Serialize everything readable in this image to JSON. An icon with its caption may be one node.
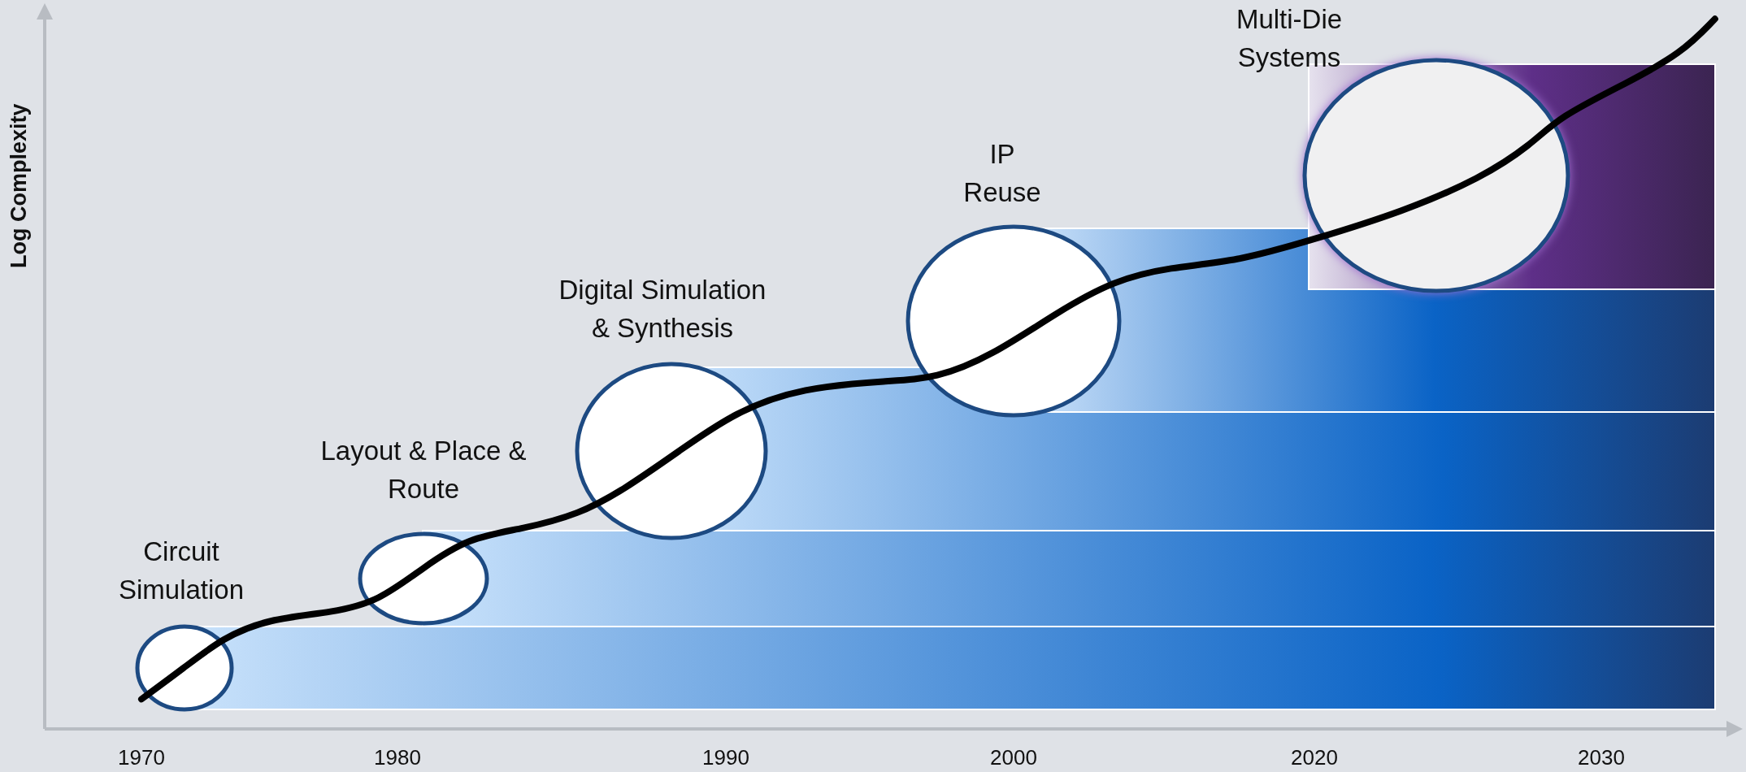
{
  "diagram": {
    "nodes": [
      {
        "text": [
          "Circuit Simulation"
        ]
      },
      {
        "text": [
          "Layout & Place & Route"
        ]
      },
      {
        "text": [
          "Digital Simulation & Synthesis"
        ]
      },
      {
        "text": [
          "IP Reuse"
        ]
      },
      {
        "text": [
          "Multi-Die Systems"
        ]
      }
    ],
    "labels": [
      "Log Complexity",
      "1970",
      "1980",
      "1990",
      "2000",
      "2020",
      "2030"
    ]
  }
}
